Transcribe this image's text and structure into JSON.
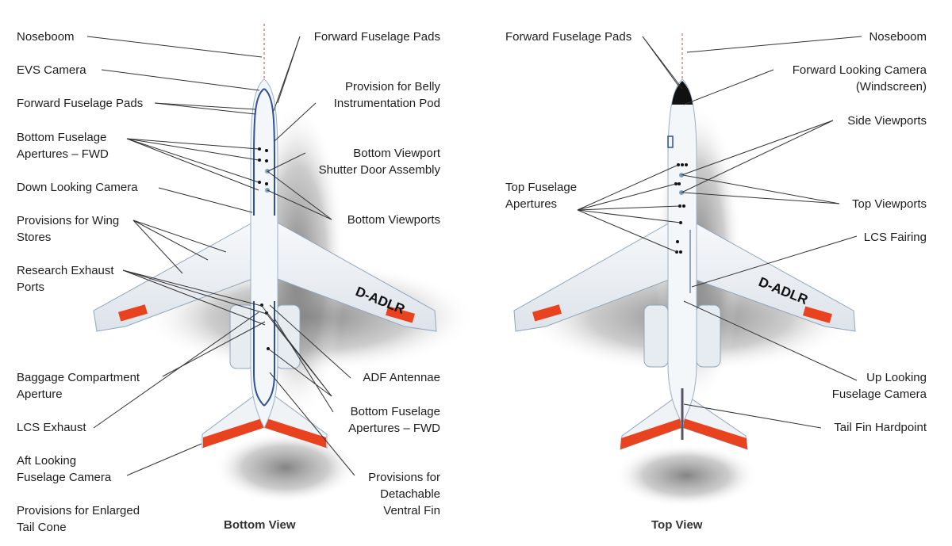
{
  "bottom_view": {
    "caption": "Bottom View",
    "registration": "D-ADLR",
    "labels_left": {
      "noseboom": "Noseboom",
      "evs_camera": "EVS Camera",
      "forward_fuselage_pads": "Forward Fuselage Pads",
      "bottom_fuselage_apertures_fwd": [
        "Bottom Fuselage",
        "Apertures – FWD"
      ],
      "down_looking_camera": "Down Looking Camera",
      "provisions_wing_stores": [
        "Provisions for Wing",
        "Stores"
      ],
      "research_exhaust_ports": [
        "Research Exhaust",
        "Ports"
      ],
      "baggage_compartment_aperture": [
        "Baggage Compartment",
        "Aperture"
      ],
      "lcs_exhaust": "LCS Exhaust",
      "aft_looking_fuselage_camera": [
        "Aft Looking",
        "Fuselage Camera"
      ],
      "provisions_enlarged_tail_cone": [
        "Provisions for Enlarged",
        "Tail Cone"
      ]
    },
    "labels_right": {
      "forward_fuselage_pads": "Forward Fuselage Pads",
      "provision_belly_pod": [
        "Provision for Belly",
        "Instrumentation Pod"
      ],
      "bottom_viewport_shutter": [
        "Bottom Viewport",
        "Shutter Door Assembly"
      ],
      "bottom_viewports": "Bottom Viewports",
      "adf_antennae": "ADF Antennae",
      "bottom_fuselage_apertures_fwd": [
        "Bottom Fuselage",
        "Apertures – FWD"
      ],
      "provisions_detachable_ventral_fin": [
        "Provisions for",
        "Detachable",
        "Ventral Fin"
      ]
    }
  },
  "top_view": {
    "caption": "Top View",
    "registration": "D-ADLR",
    "labels_left": {
      "forward_fuselage_pads": "Forward Fuselage Pads",
      "top_fuselage_apertures": [
        "Top Fuselage",
        "Apertures"
      ]
    },
    "labels_right": {
      "noseboom": "Noseboom",
      "forward_looking_camera": [
        "Forward Looking Camera",
        "(Windscreen)"
      ],
      "side_viewports": "Side Viewports",
      "top_viewports": "Top Viewports",
      "lcs_fairing": "LCS Fairing",
      "up_looking_fuselage_camera": [
        "Up Looking",
        "Fuselage Camera"
      ],
      "tail_fin_hardpoint": "Tail Fin Hardpoint"
    }
  },
  "colors": {
    "red_panel": "#e8421e",
    "blue_outline": "#3050a0",
    "leader_line": "#333333",
    "shadow": "#8a8a8a",
    "aircraft_fill": "#f4f7fa"
  }
}
